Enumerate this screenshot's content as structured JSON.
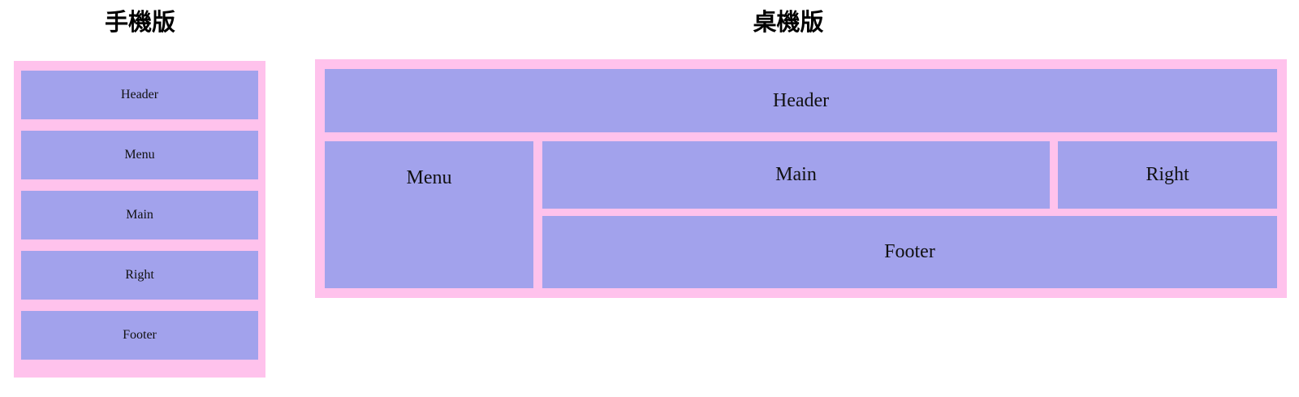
{
  "page": {
    "background_color": "#ffffff",
    "frame_color": "#ffc2ec",
    "block_color": "#a2a2ec",
    "text_color": "#111111"
  },
  "mobile": {
    "title": "手機版",
    "blocks": [
      {
        "label": "Header"
      },
      {
        "label": "Menu"
      },
      {
        "label": "Main"
      },
      {
        "label": "Right"
      },
      {
        "label": "Footer"
      }
    ]
  },
  "desktop": {
    "title": "桌機版",
    "blocks": {
      "header": "Header",
      "menu": "Menu",
      "main": "Main",
      "right": "Right",
      "footer": "Footer"
    }
  }
}
